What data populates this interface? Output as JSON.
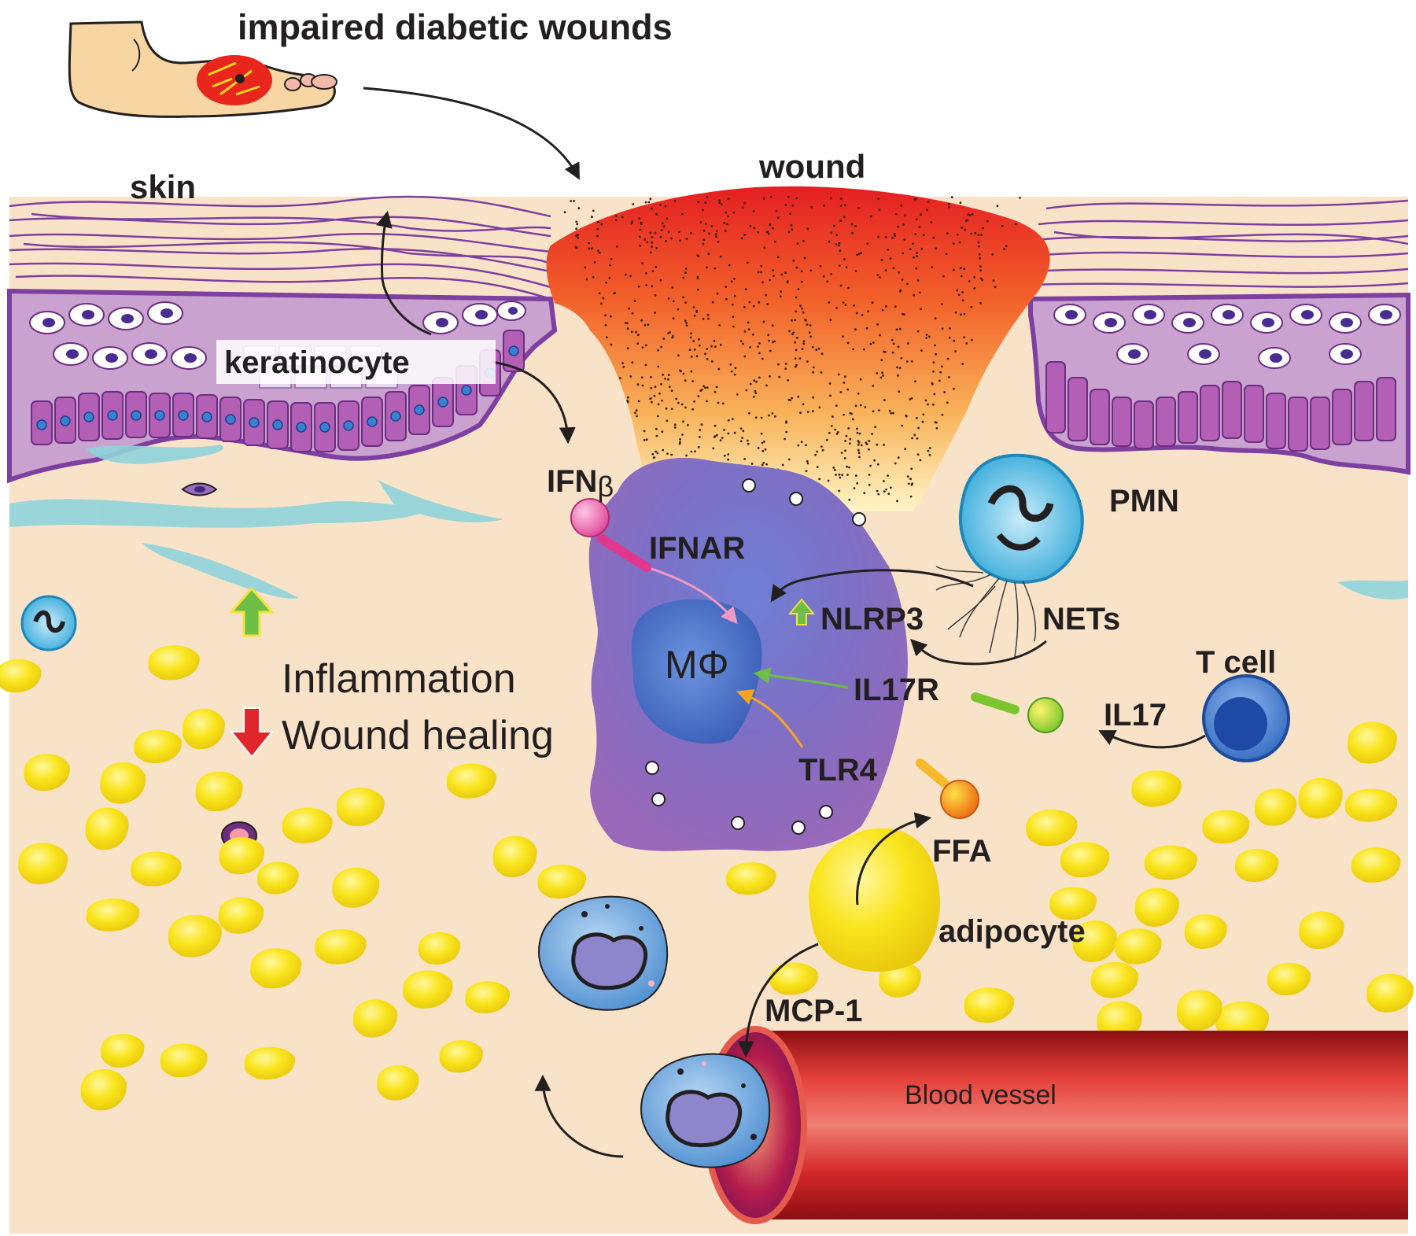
{
  "title": "impaired diabetic wounds",
  "labels": {
    "wound": "wound",
    "skin": "skin",
    "keratinocyte": "keratinocyte",
    "ifn": "IFN",
    "ifn_greek": "β",
    "ifnar": "IFNAR",
    "nlrp3": "NLRP3",
    "macrophage": "MΦ",
    "il17r": "IL17R",
    "tlr4": "TLR4",
    "pmn": "PMN",
    "nets": "NETs",
    "tcell": "T cell",
    "il17": "IL17",
    "ffa": "FFA",
    "adipocyte": "adipocyte",
    "mcp1": "MCP-1",
    "blood_vessel": "Blood vessel"
  },
  "legend": {
    "inflammation": "Inflammation",
    "wound_healing": "Wound healing"
  },
  "colors": {
    "background": "#f9e3c8",
    "epidermis": "#8a4a98",
    "collagen": "#7d3fa0",
    "wound_top": "#e8201f",
    "wound_bottom": "#fff3c0",
    "macrophage": "#8b6bb7",
    "adipocyte": "#f7e11a",
    "vessel": "#c8201e",
    "ifn_ball": "#e85aa4",
    "il17_ball": "#9bd130",
    "ffa_ball": "#f28a1b",
    "arrow_pink": "#f09ac3",
    "arrow_green": "#6dbf45",
    "arrow_orange": "#f6a623",
    "arrow_dark": "#231f20",
    "up_arrow": "#6dbf45",
    "down_arrow": "#e0252b"
  }
}
